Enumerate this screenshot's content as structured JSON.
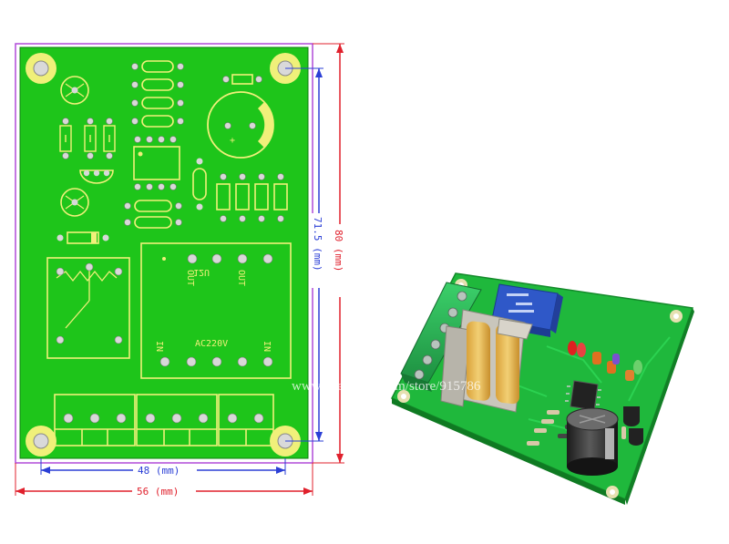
{
  "pcb_layout": {
    "silkscreen": {
      "out_left": "OUT",
      "voltage_12v": "12U",
      "out_right": "OUT",
      "ac_input": "AC220V",
      "in_left": "IN",
      "in_right": "IN"
    },
    "dimensions": {
      "board_width": "56 (mm)",
      "hole_spacing_x": "48 (mm)",
      "board_height": "80 (mm)",
      "hole_spacing_y": "71.5 (mm)"
    }
  },
  "watermark": "www.aliexpress.com/store/915786",
  "colors": {
    "pcb_green": "#1ec51a",
    "silkscreen": "#f0f07a",
    "dim_red": "#e0202c",
    "dim_blue": "#2b3fd6",
    "dim_purple": "#b04ad8"
  }
}
